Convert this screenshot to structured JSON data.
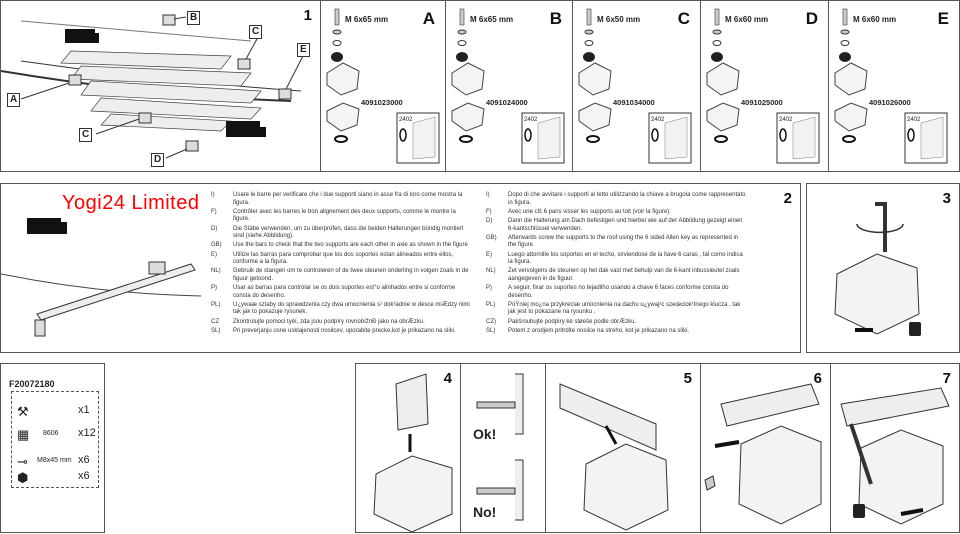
{
  "watermark": "Yogi24 Limited",
  "step1": {
    "number": "1",
    "callouts": [
      "A",
      "B",
      "C",
      "C",
      "D",
      "E"
    ]
  },
  "variants": [
    {
      "letter": "A",
      "bolt": "M 6x65 mm",
      "part": "4091023000",
      "ref": "2402"
    },
    {
      "letter": "B",
      "bolt": "M 6x65 mm",
      "part": "4091024000",
      "ref": "2402"
    },
    {
      "letter": "C",
      "bolt": "M 6x50 mm",
      "part": "4091034000",
      "ref": "2402"
    },
    {
      "letter": "D",
      "bolt": "M 6x60 mm",
      "part": "4091025000",
      "ref": "2402"
    },
    {
      "letter": "E",
      "bolt": "M 6x60 mm",
      "part": "4091026000",
      "ref": "2402"
    }
  ],
  "step2": {
    "number": "2",
    "left": [
      {
        "code": "I)",
        "text": "Usare le barre per verificare che i due supporti siano in asse fra di loro come mostra la figura."
      },
      {
        "code": "F)",
        "text": "Contrôler avec les barres le bon alignement des deux supports, comme le montre la figure."
      },
      {
        "code": "D)",
        "text": "Die Stäbe verwenden, um zu überprüfen, dass die beiden Halterungen bündig montiert sind (siehe Abbildung)."
      },
      {
        "code": "GB)",
        "text": "Use the bars to check that the two supports are each other  in axie as shown in the figure"
      },
      {
        "code": "E)",
        "text": "Utilize las barras para comprobar que los dos soportes estan alineados entre ellos, conforme a la figura."
      },
      {
        "code": "NL)",
        "text": "Gebruik de stangen om te controleren of de twee steunen onderling in volgen zoals in de figuur getoond."
      },
      {
        "code": "P)",
        "text": "Usar as barras para controlar se os dois suportes est°o alinhados entre si conforme consta do desenho."
      },
      {
        "code": "PL)",
        "text": "U¿ywaæ sztaby do sprawdzenia czy dwa umocnienia s¹ dok³adnie w desce miÆdzy nimi tak jak to pokazuje rysunek."
      },
      {
        "code": "CZ",
        "text": "Zkontrolujte pomoci tyèí, zda jsou podpìry rovnobìžnĐ jako na obrÆzku."
      },
      {
        "code": "SL)",
        "text": "Pri preverjanju osne usklajenosti nosilcev, uporabite precke,kot je prikazano na sliki."
      }
    ],
    "right": [
      {
        "code": "I)",
        "text": "Dopo di che avvitare i supporti al tetto utilizzando la chiave a brugola come rappresentato in figura."
      },
      {
        "code": "F)",
        "text": "Avec une clš 6 pans visser les supports au toit (voir la figure)."
      },
      {
        "code": "D)",
        "text": "Dann die Halterung am Dach befestigen und hierbei wie auf der Abbildung gezeigt einen 6-kantschlüssel verwenden."
      },
      {
        "code": "GB)",
        "text": "Afterwards screw the supports to the roof using the 6 sided Allen key as represented in the figure"
      },
      {
        "code": "E)",
        "text": "Luego attornille los soportes en el techo, sirviendose de la llave 6 caras , tal como indica la figura."
      },
      {
        "code": "NL)",
        "text": "Zet vervolgens de steunen op het dak vast met behulp van de 6-kant  inbussleutel zoals aangegeven in de figuur."
      },
      {
        "code": "P)",
        "text": "A seguir, fixar os suportes no tejadilho usando a chave 6 faces  conforme consta do desenho."
      },
      {
        "code": "PL)",
        "text": "PóŸniej mo¿na przykreciæ umocnienia na dachu u¿ywaj¹c szeœciok¹tnego klucza , tak jak jest to pokazane na rysunku ."
      },
      {
        "code": "CZ)",
        "text": "Pakšroubujte podpìry ke støeše podle obrÆzku."
      },
      {
        "code": "SL)",
        "text": "Potem z orodjem pritrdite nosilce na streho, kot je prikazano na sliki."
      }
    ]
  },
  "step3": {
    "number": "3"
  },
  "kit": {
    "code": "F20072180",
    "items": [
      {
        "icon": "wrench-icon",
        "label": "",
        "qty": "x1"
      },
      {
        "icon": "clip-icon",
        "label": "8606",
        "qty": "x12"
      },
      {
        "icon": "bolt-icon",
        "label": "M8x45 mm",
        "qty": "x6"
      },
      {
        "icon": "nut-icon",
        "label": "",
        "qty": "x6"
      }
    ]
  },
  "step4": {
    "number": "4",
    "ok": "Ok!",
    "no": "No!"
  },
  "step5": {
    "number": "5"
  },
  "step6": {
    "number": "6"
  },
  "step7": {
    "number": "7"
  }
}
